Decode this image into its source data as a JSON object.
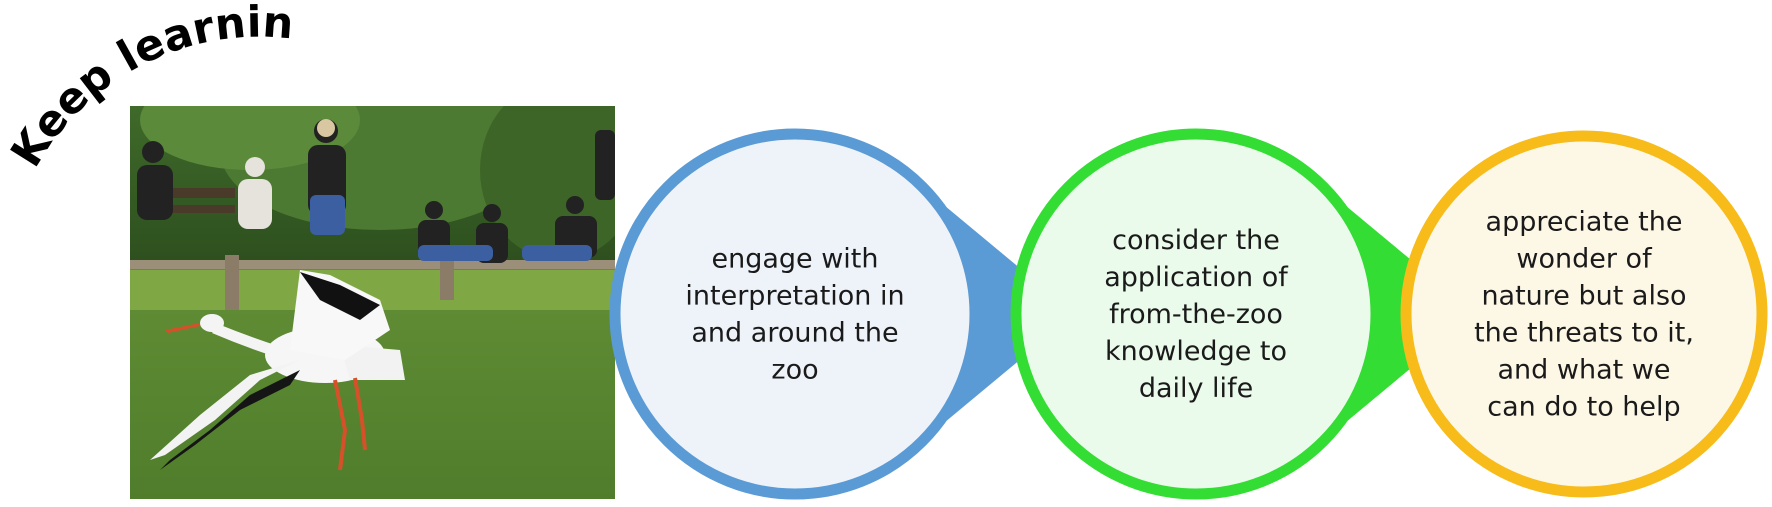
{
  "title": "Keep learning",
  "photo": {
    "subject": "stork-in-flight-over-grass-with-visitors"
  },
  "steps": [
    {
      "lines": [
        "engage with",
        "interpretation in",
        "and around the",
        "zoo"
      ],
      "border_color": "#5b9bd5",
      "fill_color": "#eef3fa"
    },
    {
      "lines": [
        "consider the",
        "application of",
        "from-the-zoo",
        "knowledge to",
        "daily life"
      ],
      "border_color": "#33dd33",
      "fill_color": "#ebfbeb"
    },
    {
      "lines": [
        "appreciate the",
        "wonder of",
        "nature but also",
        "the threats to it,",
        "and what we",
        "can do to help"
      ],
      "border_color": "#f7bb1a",
      "fill_color": "#fdf7e6"
    }
  ]
}
